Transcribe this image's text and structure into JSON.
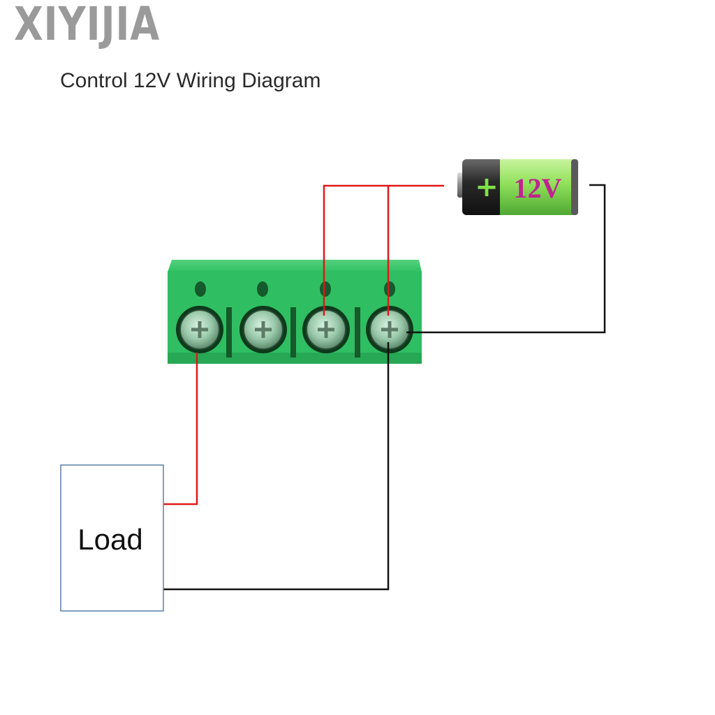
{
  "brand": {
    "name": "XIYIJIA"
  },
  "diagram": {
    "title": "Control 12V Wiring Diagram",
    "battery": {
      "label": "12V",
      "terminal_symbol": "+"
    },
    "load": {
      "label": "Load"
    },
    "terminal_block": {
      "screw_count": 4
    },
    "colors": {
      "positive_wire": "#e01818",
      "negative_wire": "#111111",
      "terminal_block": "#2fbf62",
      "load_border": "#5b7fa8",
      "battery_body": "#8fe05a",
      "battery_label": "#c0238f"
    }
  }
}
